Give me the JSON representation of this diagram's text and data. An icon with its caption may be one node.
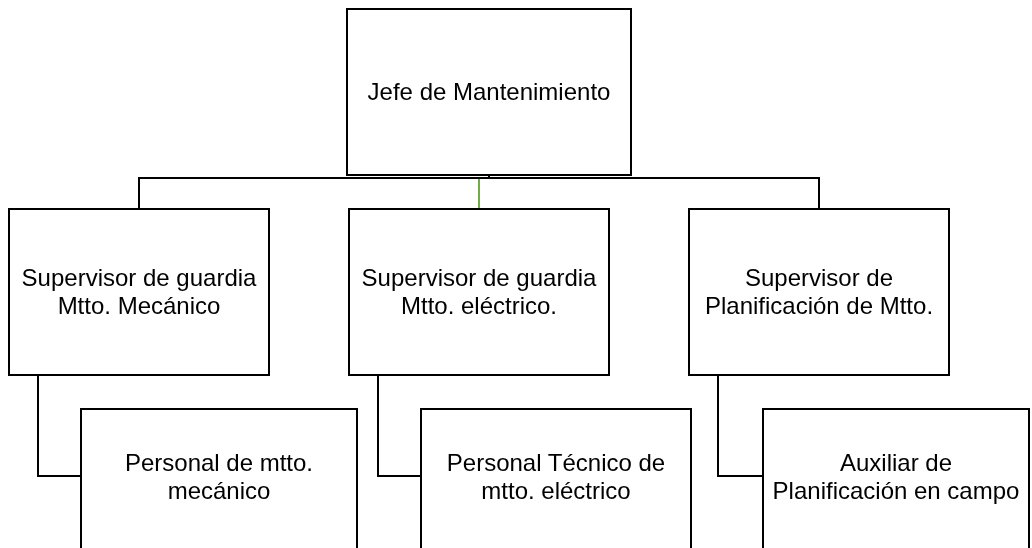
{
  "diagram": {
    "nodes": [
      {
        "text": [
          "Jefe de Mantenimiento"
        ]
      },
      {
        "text": [
          "Supervisor de guardia Mtto. Mecánico"
        ]
      },
      {
        "text": [
          "Supervisor de guardia Mtto. eléctrico."
        ]
      },
      {
        "text": [
          "Supervisor de Planificación de Mtto."
        ]
      },
      {
        "text": [
          "Personal de mtto. mecánico"
        ]
      },
      {
        "text": [
          "Personal Técnico de mtto. eléctrico"
        ]
      },
      {
        "text": [
          "Auxiliar de Planificación en campo"
        ]
      }
    ],
    "edges": [
      {
        "from": 0,
        "to": 1,
        "arrow": "none"
      },
      {
        "from": 0,
        "to": 2,
        "arrow": "none",
        "color": "#70ad47"
      },
      {
        "from": 0,
        "to": 3,
        "arrow": "none"
      },
      {
        "from": 1,
        "to": 4,
        "arrow": "none"
      },
      {
        "from": 2,
        "to": 5,
        "arrow": "none"
      },
      {
        "from": 3,
        "to": 6,
        "arrow": "none"
      }
    ]
  }
}
